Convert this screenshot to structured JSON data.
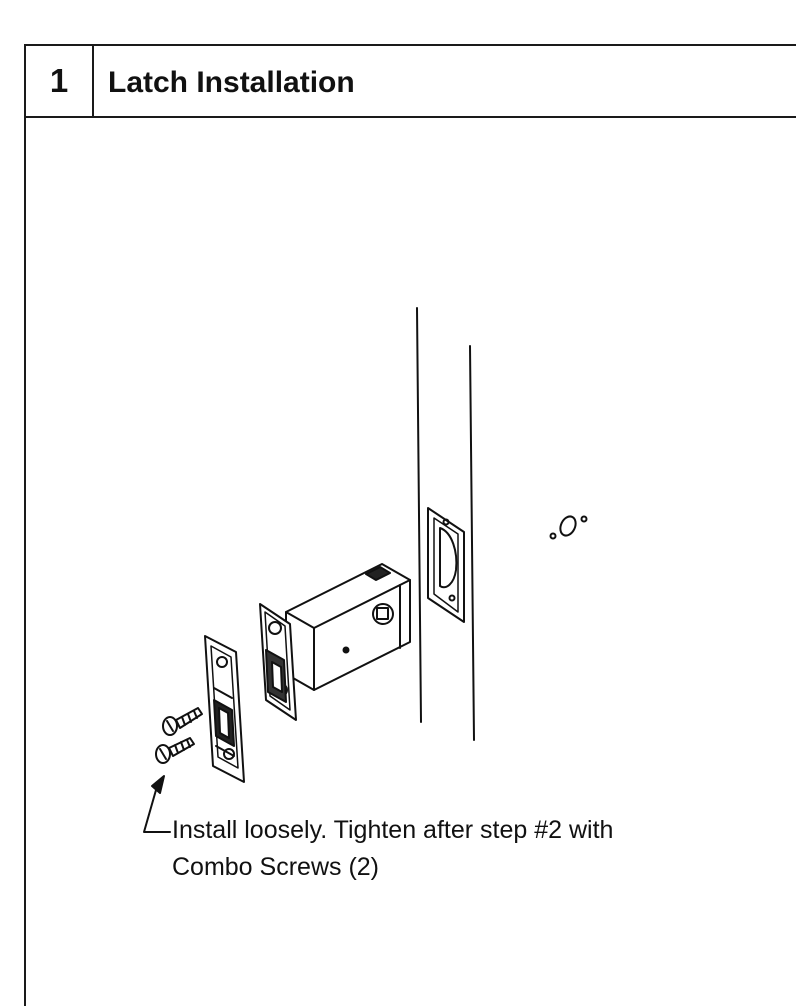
{
  "step": {
    "number": "1",
    "title": "Latch Installation"
  },
  "illustration": {
    "parts": [
      "door-edge",
      "faceplate-mortise",
      "latch-bolt",
      "strike-plate",
      "screws"
    ],
    "strike_mark": "∘O°"
  },
  "note": {
    "line1": "Install loosely. Tighten after step #2 with",
    "line2": "Combo Screws (2)"
  }
}
